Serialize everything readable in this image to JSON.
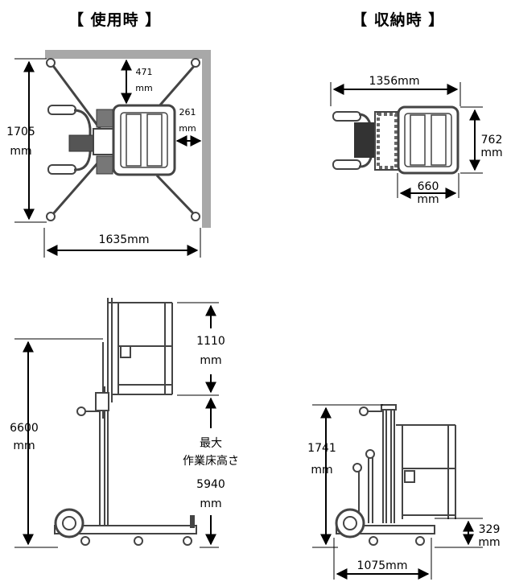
{
  "headings": {
    "in_use": "【 使用時 】",
    "stored": "【 収納時 】"
  },
  "in_use_top": {
    "height_value": "1705",
    "height_unit": "mm",
    "width_value": "1635mm",
    "front_clear_value": "471",
    "front_clear_unit": "mm",
    "side_clear_value": "261",
    "side_clear_unit": "mm"
  },
  "stored_top": {
    "length_value": "1356mm",
    "depth_value": "762",
    "depth_unit": "mm",
    "platform_value": "660",
    "platform_unit": "mm"
  },
  "in_use_side": {
    "total_height_value": "6600",
    "total_height_unit": "mm",
    "rail_height_value": "1110",
    "rail_height_unit": "mm",
    "floor_caption_1": "最大",
    "floor_caption_2": "作業床高さ",
    "floor_height_value": "5940",
    "floor_height_unit": "mm"
  },
  "stored_side": {
    "height_value": "1741",
    "height_unit": "mm",
    "floor_value": "329",
    "floor_unit": "mm",
    "length_value": "1075mm"
  },
  "colors": {
    "wall_gray": "#a8a8a8",
    "line": "#000000",
    "machine": "#444444"
  }
}
